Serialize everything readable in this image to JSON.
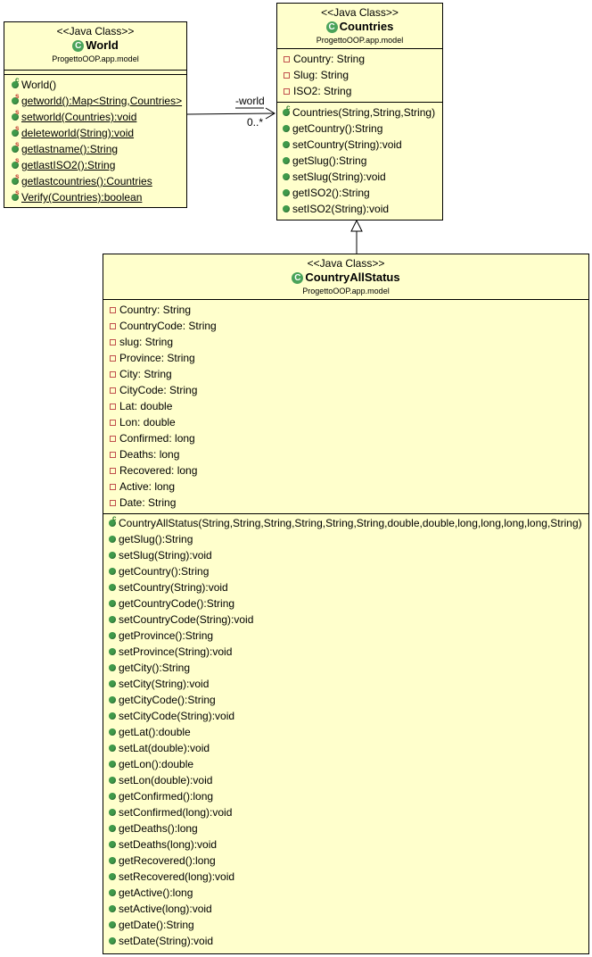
{
  "world": {
    "stereotype": "<<Java Class>>",
    "name": "World",
    "package": "ProgettoOOP.app.model",
    "methods": [
      {
        "text": "World()",
        "mark": "c",
        "underline": false
      },
      {
        "text": "getworld():Map<String,Countries>",
        "mark": "s",
        "underline": true
      },
      {
        "text": "setworld(Countries):void",
        "mark": "s",
        "underline": true
      },
      {
        "text": "deleteworld(String):void",
        "mark": "s",
        "underline": true
      },
      {
        "text": "getlastname():String",
        "mark": "s",
        "underline": true
      },
      {
        "text": "getlastISO2():String",
        "mark": "s",
        "underline": true
      },
      {
        "text": "getlastcountries():Countries",
        "mark": "s",
        "underline": true
      },
      {
        "text": "Verify(Countries):boolean",
        "mark": "s",
        "underline": true
      }
    ]
  },
  "countries": {
    "stereotype": "<<Java Class>>",
    "name": "Countries",
    "package": "ProgettoOOP.app.model",
    "fields": [
      "Country: String",
      "Slug: String",
      "ISO2: String"
    ],
    "methods": [
      {
        "text": "Countries(String,String,String)",
        "mark": "c"
      },
      {
        "text": "getCountry():String",
        "mark": ""
      },
      {
        "text": "setCountry(String):void",
        "mark": ""
      },
      {
        "text": "getSlug():String",
        "mark": ""
      },
      {
        "text": "setSlug(String):void",
        "mark": ""
      },
      {
        "text": "getISO2():String",
        "mark": ""
      },
      {
        "text": "setISO2(String):void",
        "mark": ""
      }
    ]
  },
  "country_all_status": {
    "stereotype": "<<Java Class>>",
    "name": "CountryAllStatus",
    "package": "ProgettoOOP.app.model",
    "fields": [
      "Country: String",
      "CountryCode: String",
      "slug: String",
      "Province: String",
      "City: String",
      "CityCode: String",
      "Lat: double",
      "Lon: double",
      "Confirmed: long",
      "Deaths: long",
      "Recovered: long",
      "Active: long",
      "Date: String"
    ],
    "methods": [
      {
        "text": "CountryAllStatus(String,String,String,String,String,String,double,double,long,long,long,long,String)",
        "mark": "c"
      },
      {
        "text": "getSlug():String",
        "mark": ""
      },
      {
        "text": "setSlug(String):void",
        "mark": ""
      },
      {
        "text": "getCountry():String",
        "mark": ""
      },
      {
        "text": "setCountry(String):void",
        "mark": ""
      },
      {
        "text": "getCountryCode():String",
        "mark": ""
      },
      {
        "text": "setCountryCode(String):void",
        "mark": ""
      },
      {
        "text": "getProvince():String",
        "mark": ""
      },
      {
        "text": "setProvince(String):void",
        "mark": ""
      },
      {
        "text": "getCity():String",
        "mark": ""
      },
      {
        "text": "setCity(String):void",
        "mark": ""
      },
      {
        "text": "getCityCode():String",
        "mark": ""
      },
      {
        "text": "setCityCode(String):void",
        "mark": ""
      },
      {
        "text": "getLat():double",
        "mark": ""
      },
      {
        "text": "setLat(double):void",
        "mark": ""
      },
      {
        "text": "getLon():double",
        "mark": ""
      },
      {
        "text": "setLon(double):void",
        "mark": ""
      },
      {
        "text": "getConfirmed():long",
        "mark": ""
      },
      {
        "text": "setConfirmed(long):void",
        "mark": ""
      },
      {
        "text": "getDeaths():long",
        "mark": ""
      },
      {
        "text": "setDeaths(long):void",
        "mark": ""
      },
      {
        "text": "getRecovered():long",
        "mark": ""
      },
      {
        "text": "setRecovered(long):void",
        "mark": ""
      },
      {
        "text": "getActive():long",
        "mark": ""
      },
      {
        "text": "setActive(long):void",
        "mark": ""
      },
      {
        "text": "getDate():String",
        "mark": ""
      },
      {
        "text": "setDate(String):void",
        "mark": ""
      }
    ]
  },
  "association": {
    "role": "-world",
    "multiplicity": "0..*"
  }
}
